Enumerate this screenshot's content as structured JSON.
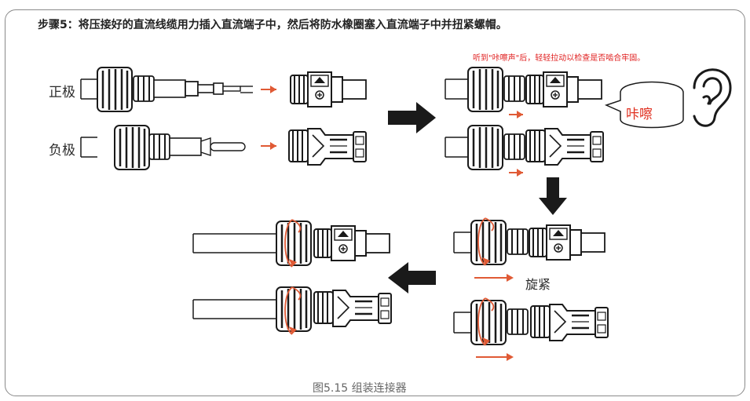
{
  "instruction": "步骤5：将压接好的直流线缆用力插入直流端子中，然后将防水橡圈塞入直流端子中并扭紧螺帽。",
  "hint": "听到\"咔嚓声\"后，轻轻拉动以检查是否啮合牢固。",
  "labels": {
    "positive": "正极",
    "negative": "负极",
    "tighten": "旋紧",
    "click_sound": "咔嚓"
  },
  "caption": "图5.15 组装连接器",
  "colors": {
    "accent": "#e05a35",
    "hint": "#e02020",
    "arrow": "#1a1a1a",
    "frame": "#8a8a8a"
  },
  "icons": [
    "ear-icon",
    "speech-bubble",
    "rotation-arrow",
    "push-arrow",
    "flow-arrow"
  ]
}
